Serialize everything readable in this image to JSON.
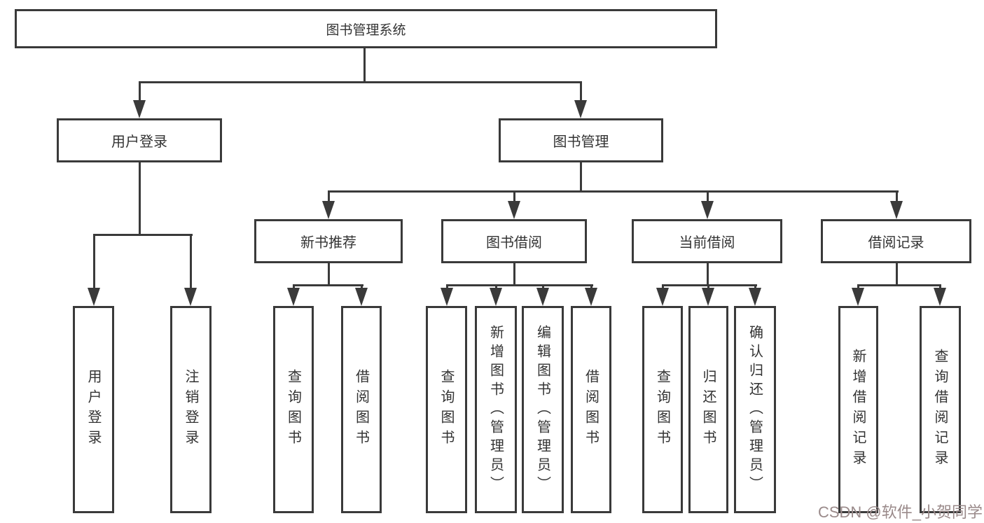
{
  "colors": {
    "line": "#3a3a3a",
    "text": "#333333",
    "background": "#ffffff"
  },
  "watermark": {
    "text": "CSDN @软件_小贺同学",
    "color": "#9a8a8a"
  },
  "nodes": {
    "root": "图书管理系统",
    "user_login": "用户登录",
    "book_management": "图书管理",
    "new_book_recommend": "新书推荐",
    "book_borrow": "图书借阅",
    "current_borrow": "当前借阅",
    "borrow_record": "借阅记录",
    "leaf_user_login": "用户登录",
    "leaf_logout": "注销登录",
    "leaf_rec_query_book": "查询图书",
    "leaf_rec_borrow_book": "借阅图书",
    "leaf_bb_query_book": "查询图书",
    "leaf_bb_add_book": "新增图书（管理员）",
    "leaf_bb_edit_book": "编辑图书（管理员）",
    "leaf_bb_borrow_book": "借阅图书",
    "leaf_cb_query_book": "查询图书",
    "leaf_cb_return_book": "归还图书",
    "leaf_cb_confirm_return": "确认归还（管理员）",
    "leaf_br_add_record": "新增借阅记录",
    "leaf_br_query_record": "查询借阅记录"
  }
}
